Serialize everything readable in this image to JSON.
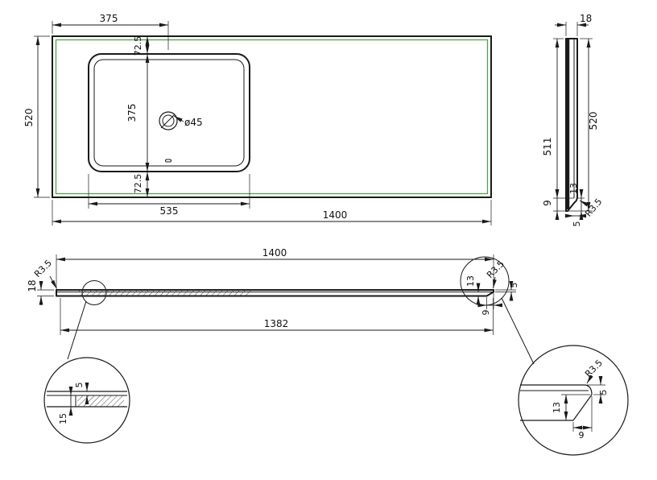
{
  "drawing": {
    "views": {
      "plan": {
        "labels": {
          "width_left": "375",
          "inset_top": "72.5",
          "depth": "520",
          "sink_depth": "375",
          "inset_bottom": "72.5",
          "sink_width": "535",
          "total_width": "1400",
          "faucet_hole": "ø45"
        }
      },
      "side": {
        "labels": {
          "thickness": "18",
          "depth": "520",
          "inner_depth": "511",
          "edge_drop": "9",
          "edge_height": "13",
          "edge_radius": "R3.5",
          "lip": "5"
        }
      },
      "front": {
        "labels": {
          "total_width": "1400",
          "inner_width": "1382",
          "left_radius": "R3.5",
          "thickness": "18",
          "edge_height": "13",
          "edge_radius": "R3.5",
          "lip": "5",
          "edge_setback": "9"
        }
      },
      "detail_left": {
        "labels": {
          "top_layer": "5",
          "bottom_layer": "15"
        }
      },
      "detail_right": {
        "labels": {
          "radius": "R3.5",
          "edge_height": "13",
          "lip": "5",
          "setback": "9"
        }
      }
    },
    "colors": {
      "line": "#1a1a1a",
      "sink_outline_green": "#3aaa35",
      "background": "#ffffff"
    }
  }
}
